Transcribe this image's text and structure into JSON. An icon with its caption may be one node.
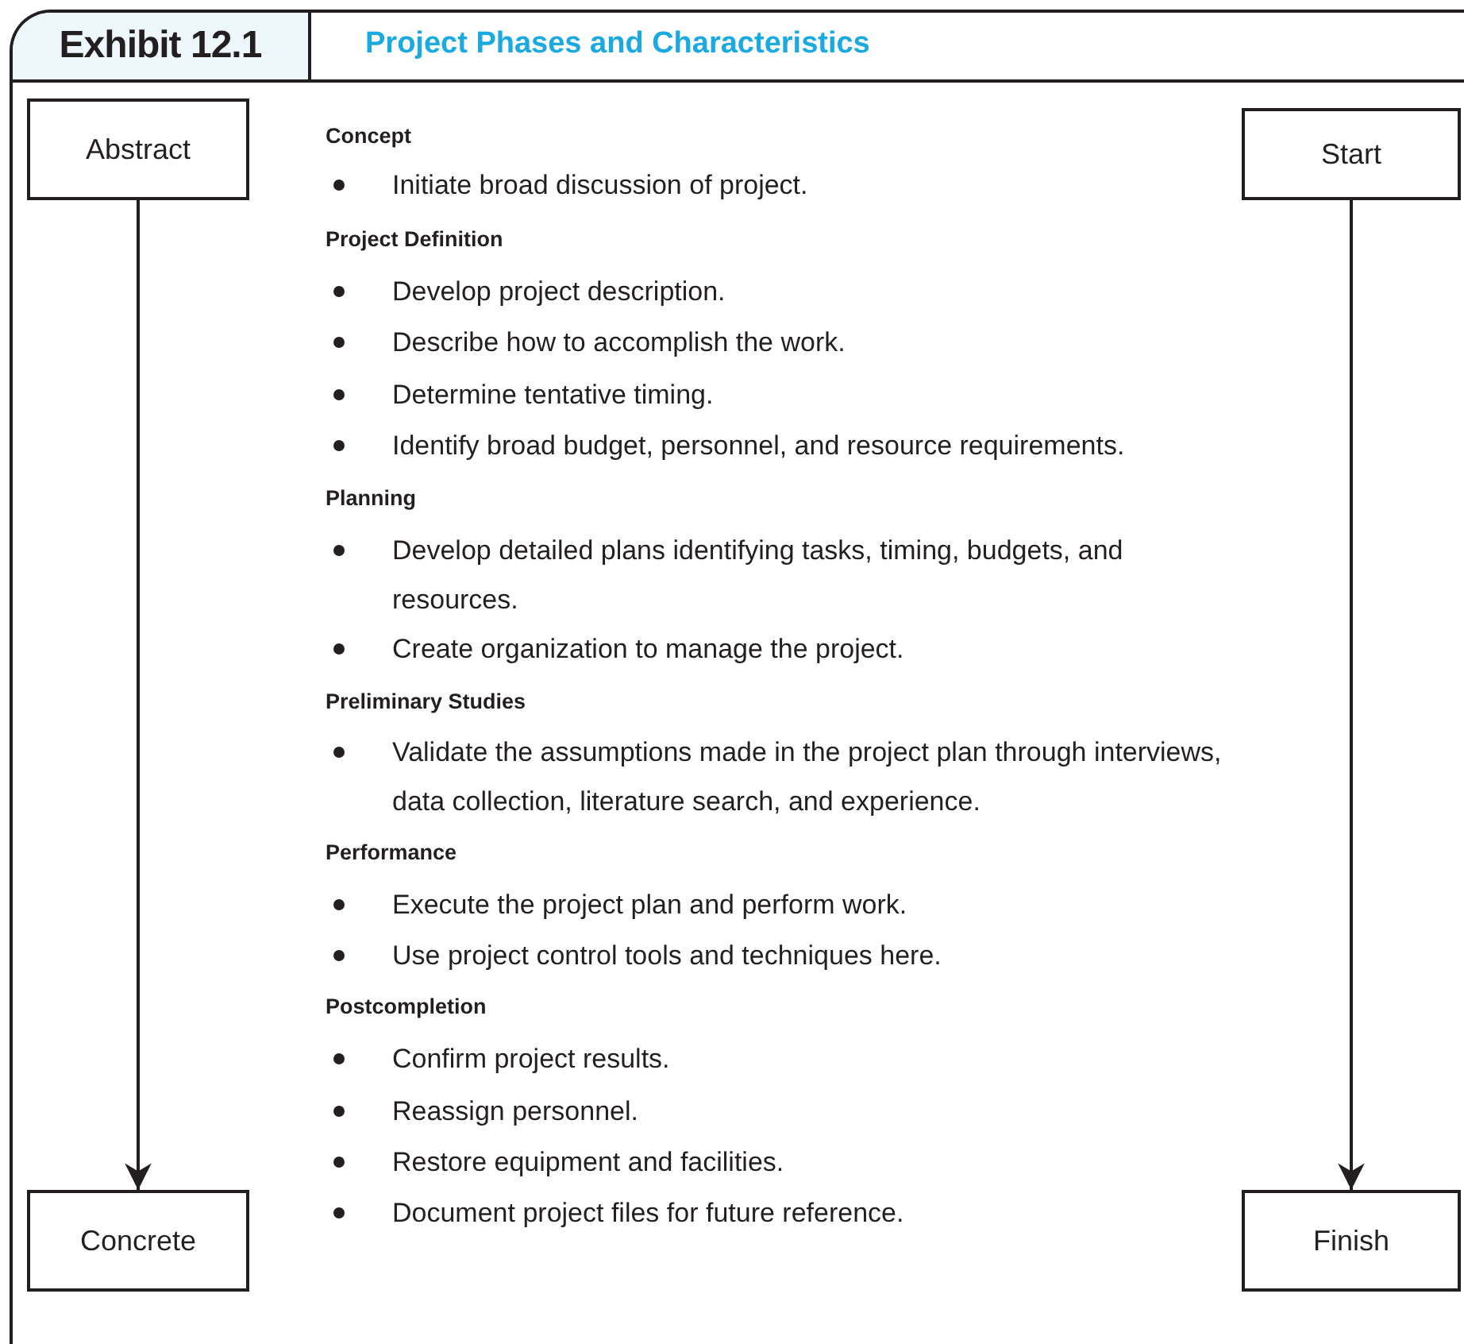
{
  "diagram": {
    "title": "Project Phases and Characteristics",
    "nodes": [
      {
        "text": [
          "Abstract"
        ]
      },
      {
        "text": [
          "Concrete"
        ]
      },
      {
        "text": [
          "Start"
        ]
      },
      {
        "text": [
          "Finish"
        ]
      }
    ],
    "edges": [
      {
        "from": 0,
        "to": 1,
        "arrow": "to"
      },
      {
        "from": 2,
        "to": 3,
        "arrow": "to"
      }
    ],
    "labels": [
      "Exhibit 12.1",
      "Concept",
      "Initiate broad discussion of project.",
      "Project Definition",
      "Develop project description.",
      "Describe how to accomplish the work.",
      "Determine tentative timing.",
      "Identify broad budget, personnel, and resource requirements.",
      "Planning",
      "Develop detailed plans identifying tasks, timing, budgets, and resources.",
      "Create organization to manage the project.",
      "Preliminary Studies",
      "Validate the assumptions made in the project plan through interviews, data collection, literature search, and experience.",
      "Performance",
      "Execute the project plan and perform work.",
      "Use project control tools and techniques here.",
      "Postcompletion",
      "Confirm project results.",
      "Reassign personnel.",
      "Restore equipment and facilities.",
      "Document project files for future reference."
    ]
  }
}
